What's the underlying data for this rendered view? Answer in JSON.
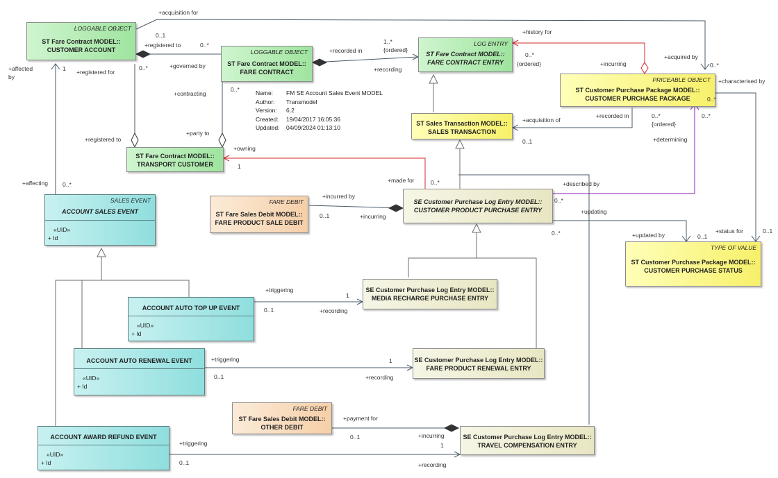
{
  "meta": {
    "name_key": "Name:",
    "name_val": "FM SE Account Sales Event MODEL",
    "author_key": "Author:",
    "author_val": "Transmodel",
    "version_key": "Version:",
    "version_val": "6.2",
    "created_key": "Created:",
    "created_val": "19/04/2017 16:05:36",
    "updated_key": "Updated:",
    "updated_val": "04/09/2024 01:13:10"
  },
  "colors": {
    "inheritance": "#6d6d6d",
    "assoc": "#4a5a6a",
    "red": "#d42a2a",
    "purple": "#8b1cb4"
  },
  "classes": {
    "customer_account": {
      "stereo": "LOGGABLE OBJECT",
      "t1": "ST Fare Contract MODEL::",
      "t2": "CUSTOMER ACCOUNT"
    },
    "fare_contract": {
      "stereo": "LOGGABLE OBJECT",
      "t1": "ST Fare Contract MODEL::",
      "t2": "FARE CONTRACT"
    },
    "fare_contract_entry": {
      "stereo": "LOG ENTRY",
      "t1": "ST Fare Contract MODEL::",
      "t2": "FARE CONTRACT ENTRY"
    },
    "purchase_package": {
      "stereo": "PRICEABLE OBJECT",
      "t1": "ST Customer Purchase Package MODEL::",
      "t2": "CUSTOMER PURCHASE PACKAGE"
    },
    "sales_transaction": {
      "t1": "ST Sales Transaction MODEL::",
      "t2": "SALES TRANSACTION"
    },
    "transport_customer": {
      "t1": "ST Fare Contract MODEL::",
      "t2": "TRANSPORT CUSTOMER"
    },
    "fare_product_sale_debit": {
      "stereo": "FARE DEBIT",
      "t1": "ST Fare Sales Debit MODEL::",
      "t2": "FARE PRODUCT SALE DEBIT"
    },
    "product_purchase_entry": {
      "t1": "SE Customer Purchase Log Entry MODEL::",
      "t2": "CUSTOMER PRODUCT PURCHASE ENTRY"
    },
    "purchase_status": {
      "stereo": "TYPE OF VALUE",
      "t1": "ST Customer Purchase Package MODEL::",
      "t2": "CUSTOMER PURCHASE STATUS"
    },
    "account_sales_event": {
      "stereo": "SALES EVENT",
      "t1": "ACCOUNT SALES EVENT",
      "a1": "«UID»",
      "a2": "+     Id"
    },
    "auto_top_up": {
      "t1": "ACCOUNT AUTO TOP UP EVENT",
      "a1": "«UID»",
      "a2": "+     Id"
    },
    "media_recharge": {
      "t1": "SE Customer Purchase Log Entry MODEL::",
      "t2": "MEDIA RECHARGE PURCHASE ENTRY"
    },
    "auto_renewal": {
      "t1": "ACCOUNT AUTO RENEWAL EVENT",
      "a1": "«UID»",
      "a2": "+     Id"
    },
    "renewal_entry": {
      "t1": "SE Customer Purchase Log Entry MODEL::",
      "t2": "FARE PRODUCT RENEWAL ENTRY"
    },
    "other_debit": {
      "stereo": "FARE DEBIT",
      "t1": "ST Fare Sales Debit MODEL::",
      "t2": "OTHER DEBIT"
    },
    "award_refund": {
      "t1": "ACCOUNT AWARD REFUND EVENT",
      "a1": "«UID»",
      "a2": "+     Id"
    },
    "travel_compensation": {
      "t1": "SE Customer Purchase Log Entry MODEL::",
      "t2": "TRAVEL COMPENSATION ENTRY"
    }
  },
  "labels": {
    "acq_for": "+acquisition for",
    "l01a": "0..1",
    "reg_to1": "+registered to",
    "l0s1": "0..*",
    "rec_in1": "+recorded in",
    "l1s": "1..*",
    "ord1": "{ordered}",
    "hist": "+history for",
    "l0s2": "0..*",
    "ord2": "{ordered}",
    "acq_by": "+acquired by",
    "l0s3": "0..*",
    "affected": "+affected",
    "by": "by",
    "l1a": "1",
    "reg_for": "+registered for",
    "l0s4": "0..*",
    "gov_by": "+governed by",
    "recording1": "+recording",
    "incurring1": "+incurring",
    "charact": "+characterised by",
    "l0s5": "0..*",
    "contracting": "+contracting",
    "l0s6": "0..*",
    "acq_of": "+acquisition of",
    "l01b": "0..1",
    "rec_in2": "+recorded in",
    "l0s7": "0..*",
    "ord3": "{ordered}",
    "l0s8": "0..*",
    "reg_to2": "+registered to",
    "party_to": "+party to",
    "determining": "+determining",
    "owning": "+owning",
    "l1b": "1",
    "affecting": "+affecting",
    "l0s9": "0..*",
    "made_for": "+made for",
    "l0s10": "0..*",
    "described_by": "+described by",
    "inc_by": "+incurred by",
    "l0s11": "0..*",
    "updating": "+updating",
    "l01c": "0..1",
    "incurring2": "+incurring",
    "updated_by": "+updated by",
    "l01d": "0..1",
    "status_for": "+status for",
    "l01e": "0..1",
    "l0s12": "0..*",
    "trig1": "+triggering",
    "l1c": "1",
    "l01f": "0..1",
    "rec2": "+recording",
    "trig2": "+triggering",
    "l1d": "1",
    "l01g": "0..1",
    "rec3": "+recording",
    "pay_for": "+payment for",
    "l01h": "0..1",
    "incurring3": "+incurring",
    "trig3": "+triggering",
    "l1e": "1",
    "l01i": "0..1",
    "rec4": "+recording"
  }
}
